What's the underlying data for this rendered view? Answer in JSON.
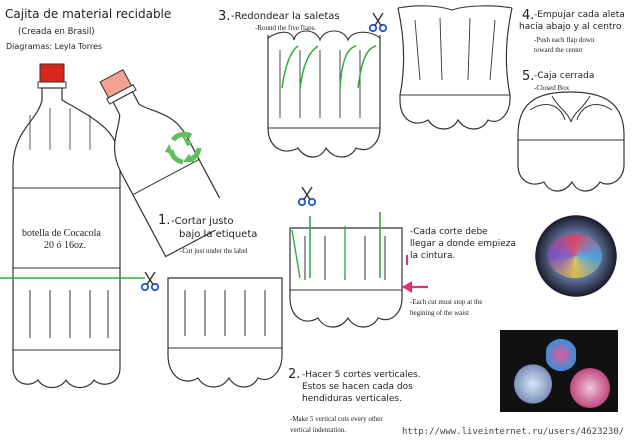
{
  "header": {
    "title": "Cajita de material recidable",
    "subtitle": "(Creada en Brasil)",
    "credit": "Diagramas: Leyla Torres"
  },
  "bottle": {
    "label_line1": "botella de Cocacola",
    "label_line2": "20 ó 16oz."
  },
  "steps": [
    {
      "num": "1.",
      "es": [
        "-Cortar justo",
        "bajo la etiqueta"
      ],
      "en": [
        "-Cut just under the label"
      ]
    },
    {
      "num": "2.",
      "es": [
        "-Hacer 5 cortes verticales.",
        "Estos se hacen cada dos",
        "hendiduras verticales."
      ],
      "en": [
        "-Make 5 vertical cuts every other",
        "vertical indentation."
      ]
    },
    {
      "num": "3.",
      "es": [
        "-Redondear la saletas"
      ],
      "en": [
        "-Round the five flaps."
      ]
    },
    {
      "num": "4.",
      "es": [
        "-Empujar cada aleta",
        "hacia abajo y al centro"
      ],
      "en": [
        "-Push each flap down",
        "toward the center"
      ]
    },
    {
      "num": "5.",
      "es": [
        "-Caja cerrada"
      ],
      "en": [
        "-Closed Box"
      ]
    }
  ],
  "notes": {
    "cut_depth_es": [
      "-Cada corte debe",
      "llegar a donde empieza",
      "la cintura."
    ],
    "cut_depth_en": [
      "-Each cut must stop at the",
      "begining of the waist"
    ]
  },
  "watermark": "http://www.liveinternet.ru/users/4623230/",
  "colors": {
    "cap_red": "#d8281e",
    "cap_pink": "#f2a193",
    "cut_green": "#2fae3a",
    "arrow_pink": "#e0307c",
    "scissors_blue": "#2456c8",
    "recycle_green": "#5fc05a"
  },
  "icons": [
    "scissors-icon",
    "recycle-icon",
    "arrow-left-icon"
  ]
}
